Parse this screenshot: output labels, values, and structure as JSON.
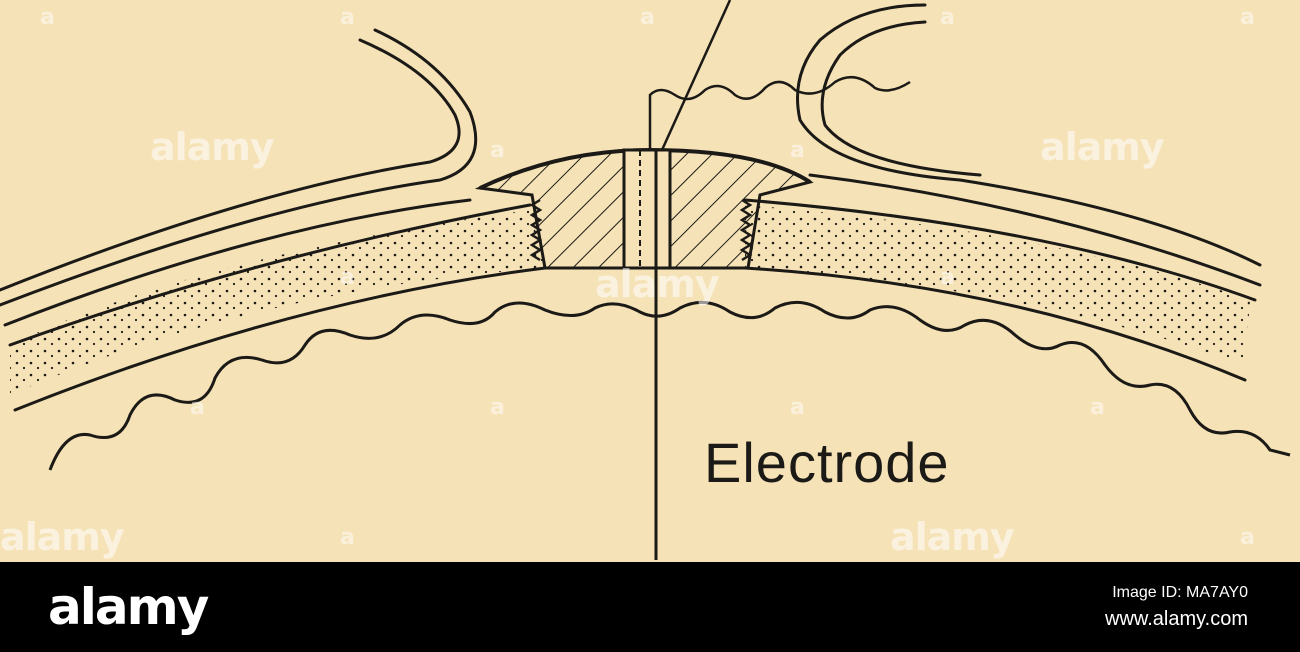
{
  "diagram": {
    "label": "Electrode"
  },
  "watermark": {
    "text": "alamy",
    "mark": "a"
  },
  "footer": {
    "brand": "alamy",
    "image_id": "Image ID: MA7AY0",
    "site": "www.alamy.com"
  },
  "colors": {
    "paper": "#f5e2b7",
    "ink": "#1c1a16",
    "footer_bg": "#000000"
  }
}
